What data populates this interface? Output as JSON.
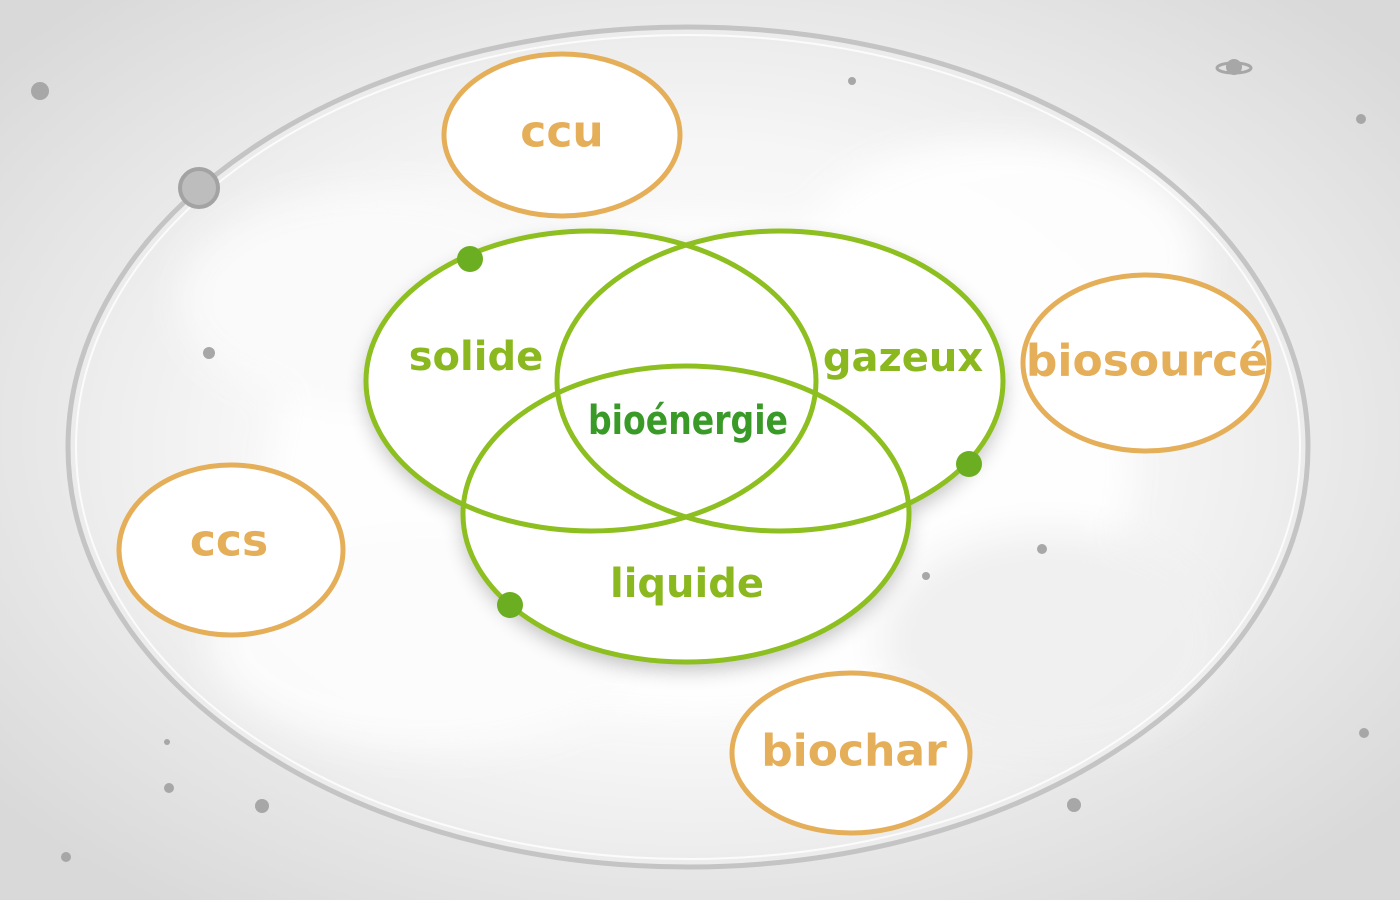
{
  "colors": {
    "orange": "#e5ae59",
    "green_ring": "#8cbf1f",
    "green_text": "#8ab81e",
    "center_text": "#3a9a28",
    "orbit": "#c4c4c4",
    "dot": "#a7a7a7"
  },
  "center": {
    "label": "bioénergie"
  },
  "states": [
    {
      "id": "solide",
      "label": "solide"
    },
    {
      "id": "gazeux",
      "label": "gazeux"
    },
    {
      "id": "liquide",
      "label": "liquide"
    }
  ],
  "satellites": [
    {
      "id": "ccu",
      "label": "ccu"
    },
    {
      "id": "biosource",
      "label": "biosourcé"
    },
    {
      "id": "ccs",
      "label": "ccs"
    },
    {
      "id": "biochar",
      "label": "biochar"
    }
  ]
}
